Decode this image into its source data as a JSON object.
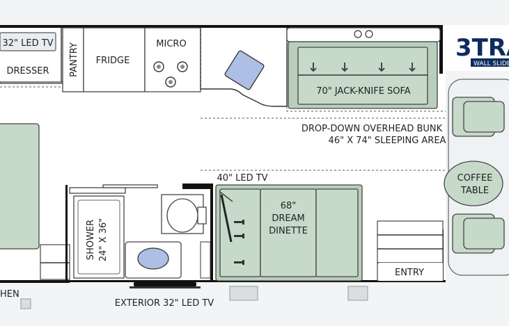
{
  "labels": {
    "tv_32": "32\" LED TV",
    "dresser": "DRESSER",
    "pantry": "PANTRY",
    "fridge": "FRIDGE",
    "micro": "MICRO",
    "sofa": "70\" JACK-KNIFE SOFA",
    "bunk_title": "DROP-DOWN OVERHEAD BUNK",
    "bunk_size": "46\" X 74\" SLEEPING AREA",
    "coffee_1": "COFFEE",
    "coffee_2": "TABLE",
    "tv_40": "40\" LED TV",
    "dinette_1": "68\"",
    "dinette_2": "DREAM",
    "dinette_3": "DINETTE",
    "shower_1": "SHOWER",
    "shower_2": "24\" X 36\"",
    "entry": "ENTRY",
    "kitchen_partial": "HEN",
    "exterior_tv": "EXTERIOR 32\" LED TV"
  },
  "logo": {
    "text": "3TRA",
    "sub": "WALL SLIDE"
  },
  "colors": {
    "furniture": "#c7d9c9",
    "fixture_blue": "#aebfe6",
    "wall": "#111111",
    "background": "#f2f4f6"
  }
}
